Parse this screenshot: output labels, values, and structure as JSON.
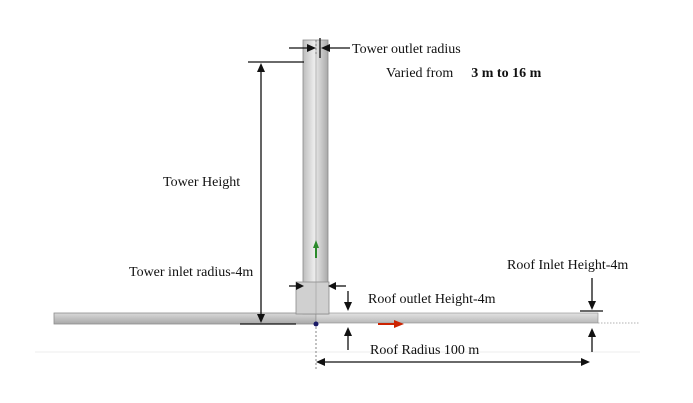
{
  "labels": {
    "tower_outlet_radius": "Tower outlet radius",
    "varied_from_prefix": "Varied from",
    "varied_from_range": "3 m to 16 m",
    "tower_height": "Tower Height",
    "tower_inlet_radius": "Tower inlet radius-4m",
    "roof_inlet_height": "Roof Inlet  Height-4m",
    "roof_outlet_height": "Roof outlet  Height-4m",
    "roof_radius": "Roof Radius 100 m"
  },
  "colors": {
    "tower_fill": "#d6d6d6",
    "tower_edge": "#8a8a8a",
    "ground_fill": "#c8c8c8",
    "axis_x": "#cc2200",
    "axis_y": "#2a8a2a",
    "origin_dot": "#1a1a66"
  }
}
